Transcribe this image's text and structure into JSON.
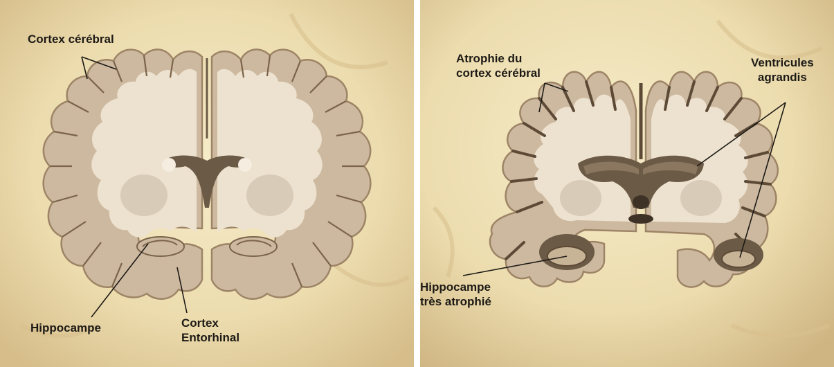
{
  "figure": {
    "left_panel": {
      "labels": {
        "cortex": "Cortex cérébral",
        "hippocampus": "Hippocampe",
        "entorhinal_line1": "Cortex",
        "entorhinal_line2": "Entorhinal"
      }
    },
    "right_panel": {
      "labels": {
        "atrophy_line1": "Atrophie du",
        "atrophy_line2": "cortex cérébral",
        "ventricles_line1": "Ventricules",
        "ventricles_line2": "agrandis",
        "hippocampus_line1": "Hippocampe",
        "hippocampus_line2": "très atrophié"
      }
    },
    "colors": {
      "background": "#f1e3b8",
      "background_dark": "#c9ad7a",
      "grey_matter": "#cdb9a0",
      "grey_matter_edge": "#9d8466",
      "white_matter": "#ede2cf",
      "ventricle": "#6b5a45",
      "label_text": "#1d1a16"
    }
  }
}
